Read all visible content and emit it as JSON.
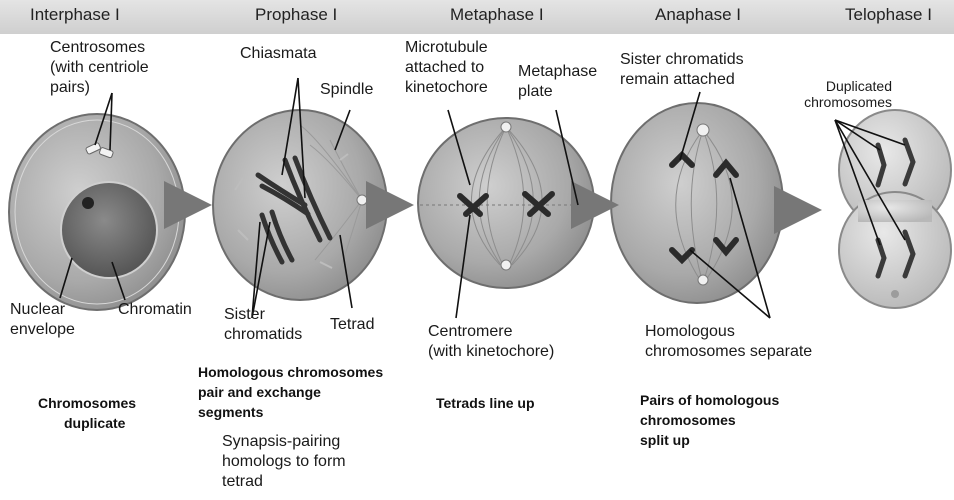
{
  "phases": [
    "Interphase I",
    "Prophase I",
    "Metaphase I",
    "Anaphase I",
    "Telophase I"
  ],
  "labels": {
    "centrosomes": [
      "Centrosomes",
      "(with centriole",
      "pairs)"
    ],
    "nuclear_envelope": [
      "Nuclear",
      "envelope"
    ],
    "chromatin": "Chromatin",
    "chiasmata": "Chiasmata",
    "spindle": "Spindle",
    "sister_chromatids": [
      "Sister",
      "chromatids"
    ],
    "tetrad": "Tetrad",
    "microtubule": [
      "Microtubule",
      "attached to",
      "kinetochore"
    ],
    "metaphase_plate": [
      "Metaphase",
      "plate"
    ],
    "centromere": [
      "Centromere",
      "(with kinetochore)"
    ],
    "sister_remain": [
      "Sister chromatids",
      "remain attached"
    ],
    "homologous_separate": [
      "Homologous",
      "chromosomes separate"
    ],
    "duplicated": [
      "Duplicated",
      "chromosomes"
    ]
  },
  "summaries": {
    "interphase": [
      "Chromosomes",
      "duplicate"
    ],
    "prophase": [
      "Homologous chromosomes",
      "pair and exchange",
      "segments"
    ],
    "prophase_sub": [
      "Synapsis-pairing",
      "homologs to form",
      "tetrad"
    ],
    "metaphase": "Tetrads line up",
    "anaphase": [
      "Pairs of homologous",
      "chromosomes",
      "split up"
    ]
  }
}
